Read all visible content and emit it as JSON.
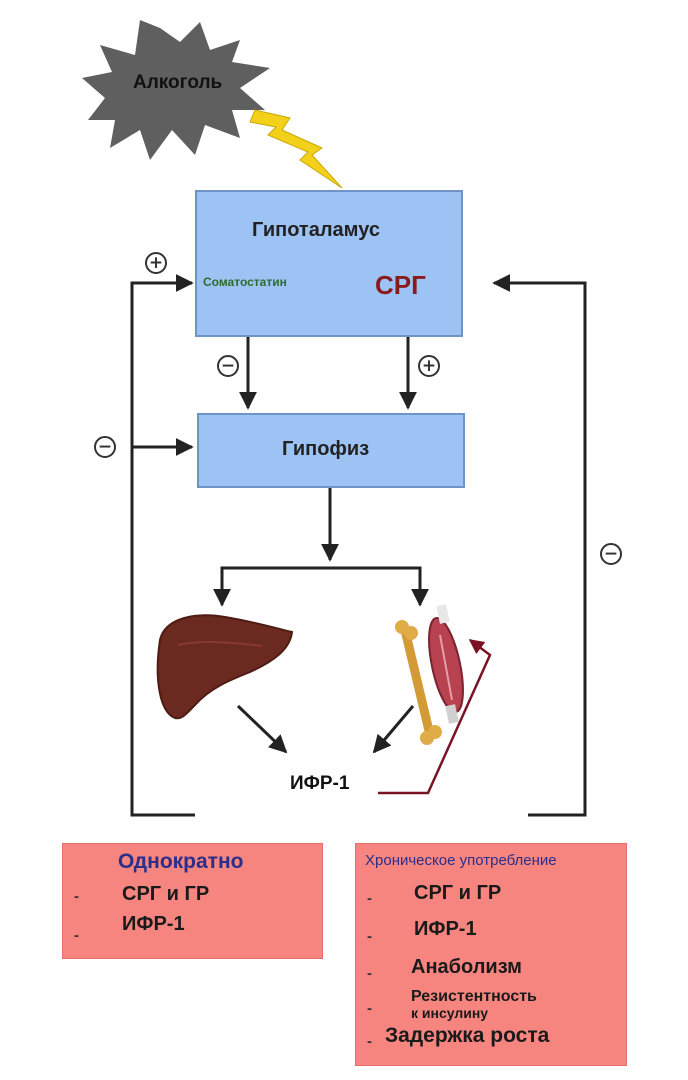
{
  "alcohol": {
    "label": "Алкоголь"
  },
  "hypothalamus": {
    "title": "Гипоталамус",
    "somatostatin": "Соматостатин",
    "srg": "СРГ"
  },
  "pituitary": {
    "title": "Гипофиз"
  },
  "igf": {
    "label": "ИФР-1"
  },
  "signs": {
    "plus": "+",
    "minus": "−"
  },
  "single_dose": {
    "title": "Однократно",
    "items": [
      "СРГ и ГР",
      "ИФР-1"
    ]
  },
  "chronic_use": {
    "title": "Хроническое употребление",
    "items": [
      "СРГ и ГР",
      "ИФР-1",
      "Анаболизм",
      "Резистентность",
      "к инсулину",
      "Задержка роста"
    ]
  },
  "colors": {
    "box_blue": "#9dc3f5",
    "box_pink": "#f6857f",
    "srg_red": "#8b1a1a",
    "somatostatin_green": "#2e6b2e",
    "title_navy": "#2b2f8a",
    "feedback_line": "#7a1326"
  }
}
